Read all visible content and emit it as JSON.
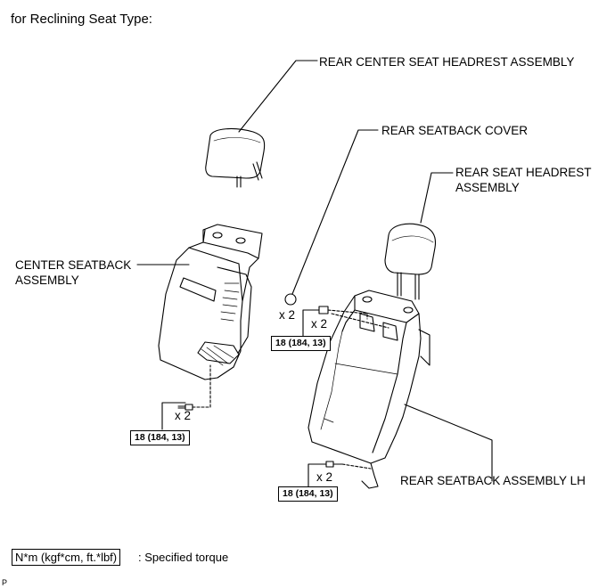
{
  "heading": "for Reclining Seat Type:",
  "labels": {
    "center_headrest": "REAR CENTER SEAT HEADREST ASSEMBLY",
    "seatback_cover": "REAR SEATBACK COVER",
    "rear_headrest_line1": "REAR SEAT HEADREST",
    "rear_headrest_line2": "ASSEMBLY",
    "center_seatback_line1": "CENTER SEATBACK",
    "center_seatback_line2": "ASSEMBLY",
    "seatback_lh": "REAR SEATBACK ASSEMBLY LH"
  },
  "quantities": {
    "cover_qty": "x 2",
    "right_top_qty": "x 2",
    "center_bolt_qty": "x 2",
    "lower_bolt_qty": "x 2"
  },
  "torques": {
    "right_top": "18 (184, 13)",
    "center_bottom": "18 (184, 13)",
    "right_bottom": "18 (184, 13)"
  },
  "legend": {
    "unit_box": "N*m (kgf*cm, ft.*lbf)",
    "description": ": Specified torque"
  },
  "corner_mark": "P"
}
